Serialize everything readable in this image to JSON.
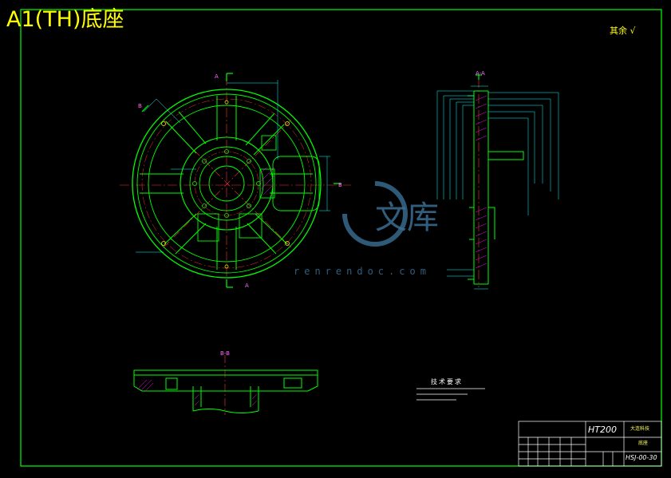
{
  "drawing": {
    "title": "A1(TH)底座",
    "roughness_note": "其余 √",
    "watermark": {
      "main": "文库",
      "url": "renrendoc.com"
    },
    "section_labels": {
      "aa": "A-A",
      "bb": "B-B",
      "a": "A",
      "b": "B"
    },
    "technical_requirements": {
      "title": "技术要求"
    },
    "title_block": {
      "material": "HT200",
      "drawing_number": "HSJ-00-30",
      "part_name": "底座",
      "company": "大连科技"
    },
    "colors": {
      "background": "#000000",
      "outline": "#00ff00",
      "center": "#ff0000",
      "hatch": "#ff00ff",
      "dimension": "#00ffff",
      "text": "#ffff00"
    }
  }
}
